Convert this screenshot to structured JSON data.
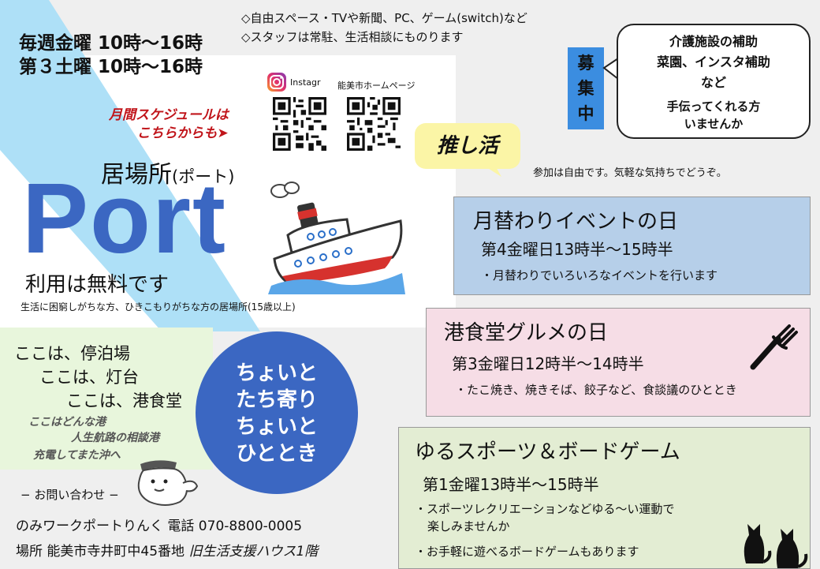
{
  "schedule": {
    "line1": "毎週金曜 10時〜16時",
    "line2": "第３土曜 10時〜16時"
  },
  "info": {
    "line1": "◇自由スペース・TVや新聞、PC、ゲーム(switch)など",
    "line2": "◇スタッフは常駐、生活相談にものります"
  },
  "links": {
    "instagram_label": "Instagr",
    "homepage_label": "能美市ホームページ",
    "monthly_line1": "月間スケジュールは",
    "monthly_line2": "こちらからも➤"
  },
  "hero": {
    "ibasho": "居場所",
    "ibasho_reading": "(ポート)",
    "port": "Port",
    "free": "利用は無料です",
    "sub": "生活に困窮しがちな方、ひきこもりがちな方の居場所(15歳以上)"
  },
  "here": {
    "line1": "ここは、停泊場",
    "line2": "ここは、灯台",
    "line3": "ここは、港食堂",
    "note1": "ここはどんな港",
    "note2": "人生航路の相談港",
    "note3": "充電してまた沖へ"
  },
  "circle": {
    "line1": "ちょいと",
    "line2": "たち寄り",
    "line3": "ちょいと",
    "line4": "ひととき"
  },
  "contact": {
    "header": "− お問い合わせ −",
    "org": "のみワークポートりんく 電話 070-8800-0005",
    "place_prefix": "場所 能美市寺井町中45番地",
    "place_italic": "旧生活支援ハウス1階"
  },
  "recruit": {
    "tag": [
      "募",
      "集",
      "中"
    ],
    "line1": "介護施設の補助",
    "line2": "菜園、インスタ補助",
    "line3": "など",
    "line4": "手伝ってくれる方",
    "line5": "いませんか"
  },
  "oshi": {
    "label": "推し活",
    "note": "参加は自由です。気軽な気持ちでどうぞ。"
  },
  "events": [
    {
      "title": "月替わりイベントの日",
      "time": "第4金曜日13時半〜15時半",
      "notes": [
        "・月替わりでいろいろなイベントを行います"
      ]
    },
    {
      "title": "港食堂グルメの日",
      "time": "第3金曜日12時半〜14時半",
      "notes": [
        "・たこ焼き、焼きそば、餃子など、食談議のひととき"
      ]
    },
    {
      "title": "ゆるスポーツ＆ボードゲーム",
      "time": "第1金曜13時半〜15時半",
      "notes": [
        "・スポーツレクリエーションなどゆる〜い運動で",
        "楽しみませんか",
        "・お手軽に遊べるボードゲームもあります"
      ]
    }
  ],
  "colors": {
    "accent_blue": "#3b67c2",
    "light_blue_stripe": "#aee0f7",
    "red_text": "#c0141a",
    "box_blue": "#b6cfe9",
    "box_pink": "#f6dde6",
    "box_green": "#e3edd3",
    "yellow": "#fbf5a6"
  }
}
